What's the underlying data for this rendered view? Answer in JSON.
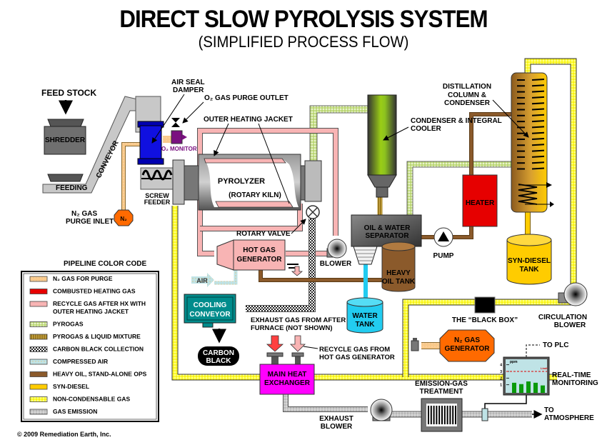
{
  "title": "DIRECT SLOW PYROLYSIS SYSTEM",
  "subtitle": "(SIMPLIFIED PROCESS FLOW)",
  "colors": {
    "n2_purge": "#f9c98a",
    "combusted_gas": "#e60000",
    "recycle_gas": "#f8b4b4",
    "pyrogas": "#c8e08a",
    "pyrogas_liquid": "#9c7a1e",
    "carbon_black": "#222222",
    "compressed_air": "#bfe3e6",
    "heavy_oil": "#8b5a2b",
    "syn_diesel": "#ffcc00",
    "non_condensable": "#ffff33",
    "gas_emission": "#bbbbbb",
    "heater": "#e60000",
    "main_hx": "#ff00ff",
    "n2_generator": "#ff6a00",
    "cooling_conveyor": "#008c8c",
    "water": "#22ccf0",
    "condenser": "#8dc21f",
    "air_seal": "#1010e0",
    "o2_monitor": "#7a1080"
  },
  "labels": {
    "feed_stock": "FEED STOCK",
    "shredder": "SHREDDER",
    "feeding": "FEEDING",
    "conveyor": "CONVEYOR",
    "air_seal_1": "AIR SEAL",
    "air_seal_2": "DAMPER",
    "o2_purge_outlet": "O₂ GAS PURGE OUTLET",
    "o2_monitor": "O₂ MONITOR",
    "screw_1": "SCREW",
    "screw_2": "FEEDER",
    "n2_inlet_1": "N₂ GAS",
    "n2_inlet_2": "PURGE INLET",
    "n2_badge": "N₂",
    "outer_jacket": "OUTER HEATING JACKET",
    "pyrolyzer_1": "PYROLYZER",
    "pyrolyzer_2": "(ROTARY KILN)",
    "rotary_valve": "ROTARY VALVE",
    "hot_gas_1": "HOT GAS",
    "hot_gas_2": "GENERATOR",
    "blower": "BLOWER",
    "air": "AIR",
    "cooling_1": "COOLING",
    "cooling_2": "CONVEYOR",
    "carbon_1": "CARBON",
    "carbon_2": "BLACK",
    "exhaust_from_1": "EXHAUST GAS FROM AFTER",
    "exhaust_from_2": "FURNACE (NOT SHOWN)",
    "recycle_from_1": "RECYCLE GAS FROM",
    "recycle_from_2": "HOT GAS GENERATOR",
    "hx_1": "MAIN HEAT",
    "hx_2": "EXCHANGER",
    "exhaust_blower_1": "EXHAUST",
    "exhaust_blower_2": "BLOWER",
    "emission_1": "EMISSION-GAS",
    "emission_2": "TREATMENT",
    "to_atm_1": "TO",
    "to_atm_2": "ATMOSPHERE",
    "to_plc": "TO PLC",
    "rtm_1": "REAL-TIME",
    "rtm_2": "MONITORING",
    "condenser_1": "CONDENSER & INTEGRAL",
    "condenser_2": "COOLER",
    "oil_sep_1": "OIL & WATER",
    "oil_sep_2": "SEPARATOR",
    "heavy_1": "HEAVY",
    "heavy_2": "OIL TANK",
    "water_1": "WATER",
    "water_2": "TANK",
    "pump": "PUMP",
    "heater": "HEATER",
    "distill_1": "DISTILLATION",
    "distill_2": "COLUMN &",
    "distill_3": "CONDENSER",
    "syn_1": "SYN-DIESEL",
    "syn_2": "TANK",
    "black_box": "THE “BLACK BOX”",
    "circ_1": "CIRCULATION",
    "circ_2": "BLOWER",
    "n2gen_1": "N₂ GAS",
    "n2gen_2": "GENERATOR",
    "copyright": "© 2009 Remediation Earth, Inc."
  },
  "monitor": {
    "unit": "ppm",
    "limit_label": "Limit",
    "limit_value": 3,
    "y_ticks": [
      "1",
      "2",
      "3",
      "4"
    ],
    "bars": [
      1.3,
      1.1,
      1.5,
      1.3,
      0.9
    ]
  },
  "legend": {
    "title": "PIPELINE COLOR CODE",
    "items": [
      {
        "label": "N₂ GAS FOR PURGE",
        "color": "#f9c98a",
        "pattern": "dots"
      },
      {
        "label": "COMBUSTED HEATING GAS",
        "color": "#e60000",
        "pattern": "solid"
      },
      {
        "label": "RECYCLE GAS AFTER HX WITH",
        "label2": "OUTER HEATING JACKET",
        "color": "#f8b4b4",
        "pattern": "solid"
      },
      {
        "label": "PYROGAS",
        "color": "#c8e08a",
        "pattern": "dots"
      },
      {
        "label": "PYROGAS & LIQUID MIXTURE",
        "color": "#9c7a1e",
        "pattern": "stripe"
      },
      {
        "label": "CARBON BLACK COLLECTION",
        "color": "#222222",
        "pattern": "dots"
      },
      {
        "label": "COMPRESSED AIR",
        "color": "#bfe3e6",
        "pattern": "dots"
      },
      {
        "label": "HEAVY OIL, STAND-ALONE OPS",
        "color": "#8b5a2b",
        "pattern": "solid"
      },
      {
        "label": "SYN-DIESEL",
        "color": "#ffcc00",
        "pattern": "solid"
      },
      {
        "label": "NON-CONDENSABLE GAS",
        "color": "#ffff33",
        "pattern": "dots"
      },
      {
        "label": "GAS EMISSION",
        "color": "#bbbbbb",
        "pattern": "dots"
      }
    ]
  }
}
